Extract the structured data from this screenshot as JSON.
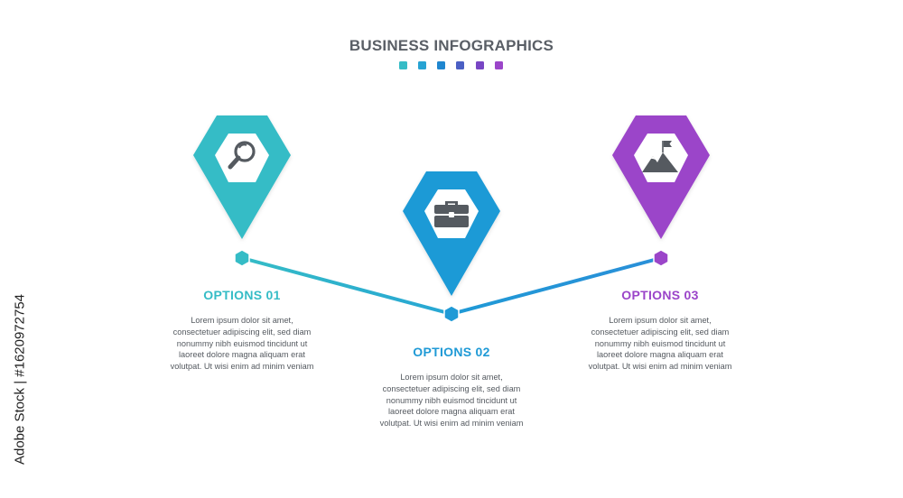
{
  "header": {
    "title": "BUSINESS INFOGRAPHICS",
    "dot_colors": [
      "#35bcc6",
      "#27a3d3",
      "#1f86cf",
      "#4b5fc4",
      "#7846c4",
      "#9b45c9"
    ]
  },
  "options": [
    {
      "title": "OPTIONS 01",
      "body": "Lorem ipsum dolor sit amet, consectetuer adipiscing elit, sed diam nonummy nibh euismod tincidunt ut laoreet dolore magna aliquam erat volutpat. Ut wisi enim ad minim veniam",
      "color": "#35bcc6",
      "icon": "magnifier-icon"
    },
    {
      "title": "OPTIONS 02",
      "body": "Lorem ipsum dolor sit amet, consectetuer adipiscing elit, sed diam nonummy nibh euismod tincidunt ut laoreet dolore magna aliquam erat volutpat. Ut wisi enim ad minim veniam",
      "color": "#1f9ad6",
      "icon": "briefcase-icon"
    },
    {
      "title": "OPTIONS 03",
      "body": "Lorem ipsum dolor sit amet, consectetuer adipiscing elit, sed diam nonummy nibh euismod tincidunt ut laoreet dolore magna aliquam erat volutpat. Ut wisi enim ad minim veniam",
      "color": "#9b45c9",
      "icon": "mountain-flag-icon"
    }
  ],
  "watermark": {
    "text": "Adobe Stock | #1620972754"
  }
}
